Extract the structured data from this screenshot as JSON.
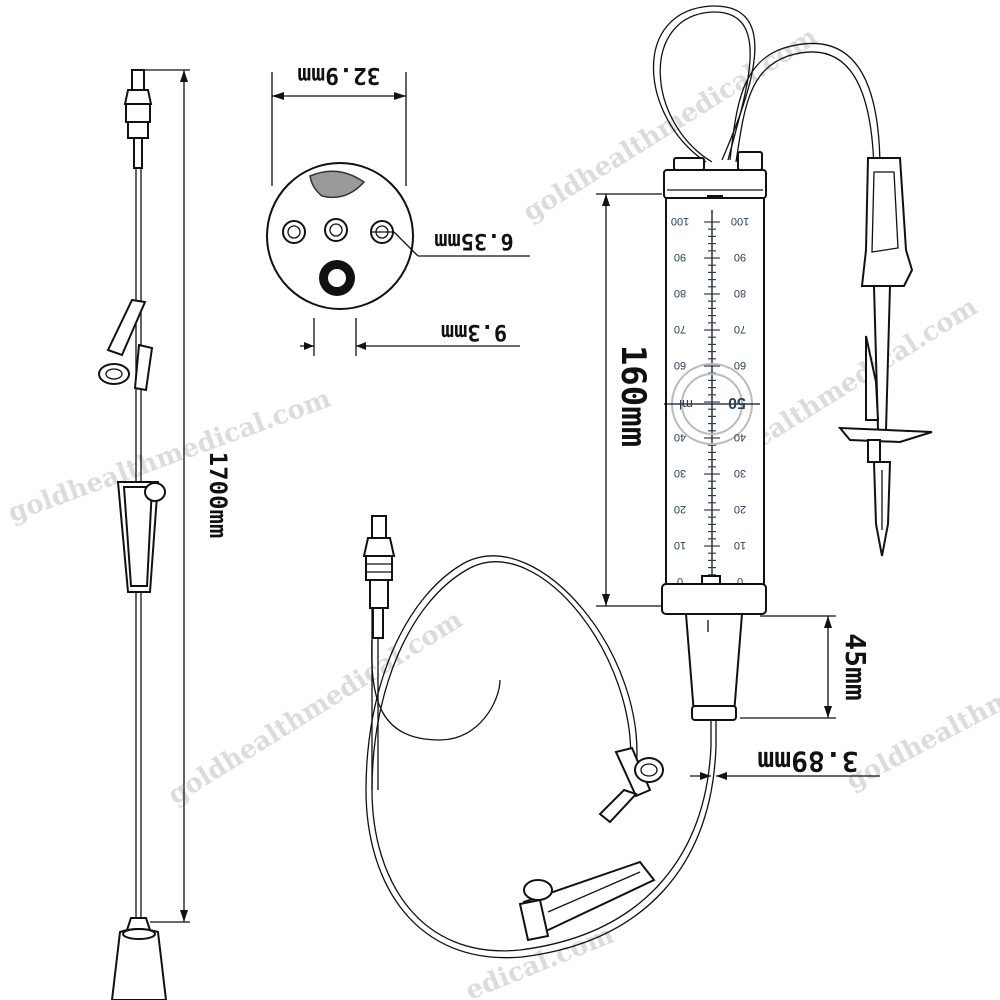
{
  "diagram": {
    "dimensions": {
      "total_length": "1700mm",
      "chamber_width": "32.9mm",
      "port_diameter": "6.35mm",
      "port_spacing": "9.3mm",
      "chamber_height": "160mm",
      "drip_chamber": "45mm",
      "tube_diameter": "3.89mm"
    },
    "scale": {
      "unit": "ml",
      "marker": "50",
      "left_labels": [
        "100",
        "90",
        "80",
        "70",
        "60",
        "40",
        "30",
        "20",
        "10",
        "0"
      ],
      "right_labels": [
        "100",
        "90",
        "80",
        "70",
        "60",
        "40",
        "30",
        "20",
        "10",
        "0"
      ]
    },
    "watermark": {
      "text": "goldhealthmedical.com",
      "text_partial_1": "goldhealthme",
      "text_partial_2": "edical.com"
    },
    "colors": {
      "outline": "#111111",
      "scale": "#2a3f5a",
      "watermark": "#d6d6d6",
      "leaf": "#9a9a9a"
    }
  }
}
